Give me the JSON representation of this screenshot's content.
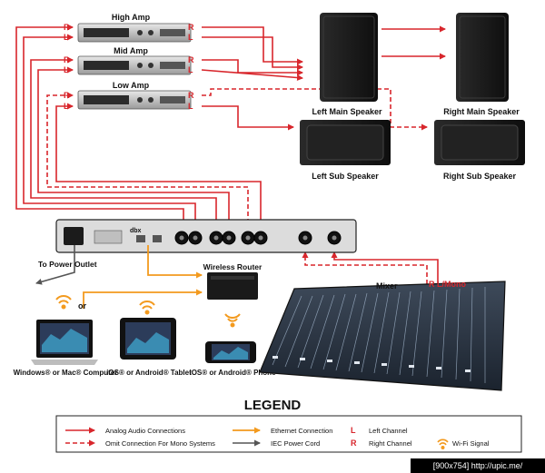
{
  "colors": {
    "analog": "#d8262c",
    "ethernet": "#f39a1e",
    "power": "#444444",
    "wifi": "#f39a1e",
    "device_dark": "#1c1c1c",
    "device_mid": "#3a3a3a"
  },
  "amps": [
    {
      "label": "High Amp",
      "r": "R",
      "l": "L"
    },
    {
      "label": "Mid Amp",
      "r": "R",
      "l": "L"
    },
    {
      "label": "Low Amp",
      "r": "R",
      "l": "L"
    }
  ],
  "speakers": {
    "left_main": "Left Main Speaker",
    "right_main": "Right Main Speaker",
    "left_sub": "Left Sub Speaker",
    "right_sub": "Right Sub Speaker"
  },
  "processor": {
    "logo": "dbx"
  },
  "power_outlet": "To Power Outlet",
  "router": "Wireless Router",
  "or_label": "or",
  "devices": {
    "computer": "Windows® or Mac® Computer",
    "tablet": "iOS® or Android® Tablet",
    "phone": "iOS® or Android® Phone"
  },
  "mixer": {
    "label": "Mixer",
    "output": "R L/Mono"
  },
  "legend": {
    "title": "LEGEND",
    "items": [
      {
        "icon": "solid-red-arrow",
        "text": "Analog Audio Connections"
      },
      {
        "icon": "dashed-red-arrow",
        "text": "Omit Connection For Mono Systems"
      },
      {
        "icon": "orange-arrow",
        "text": "Ethernet Connection"
      },
      {
        "icon": "gray-arrow",
        "text": "IEC Power Cord"
      },
      {
        "icon": "L",
        "text": "Left Channel"
      },
      {
        "icon": "R",
        "text": "Right Channel"
      },
      {
        "icon": "wifi-icon",
        "text": "Wi-Fi Signal"
      }
    ]
  },
  "watermark": "[900x754] http://upic.me/"
}
